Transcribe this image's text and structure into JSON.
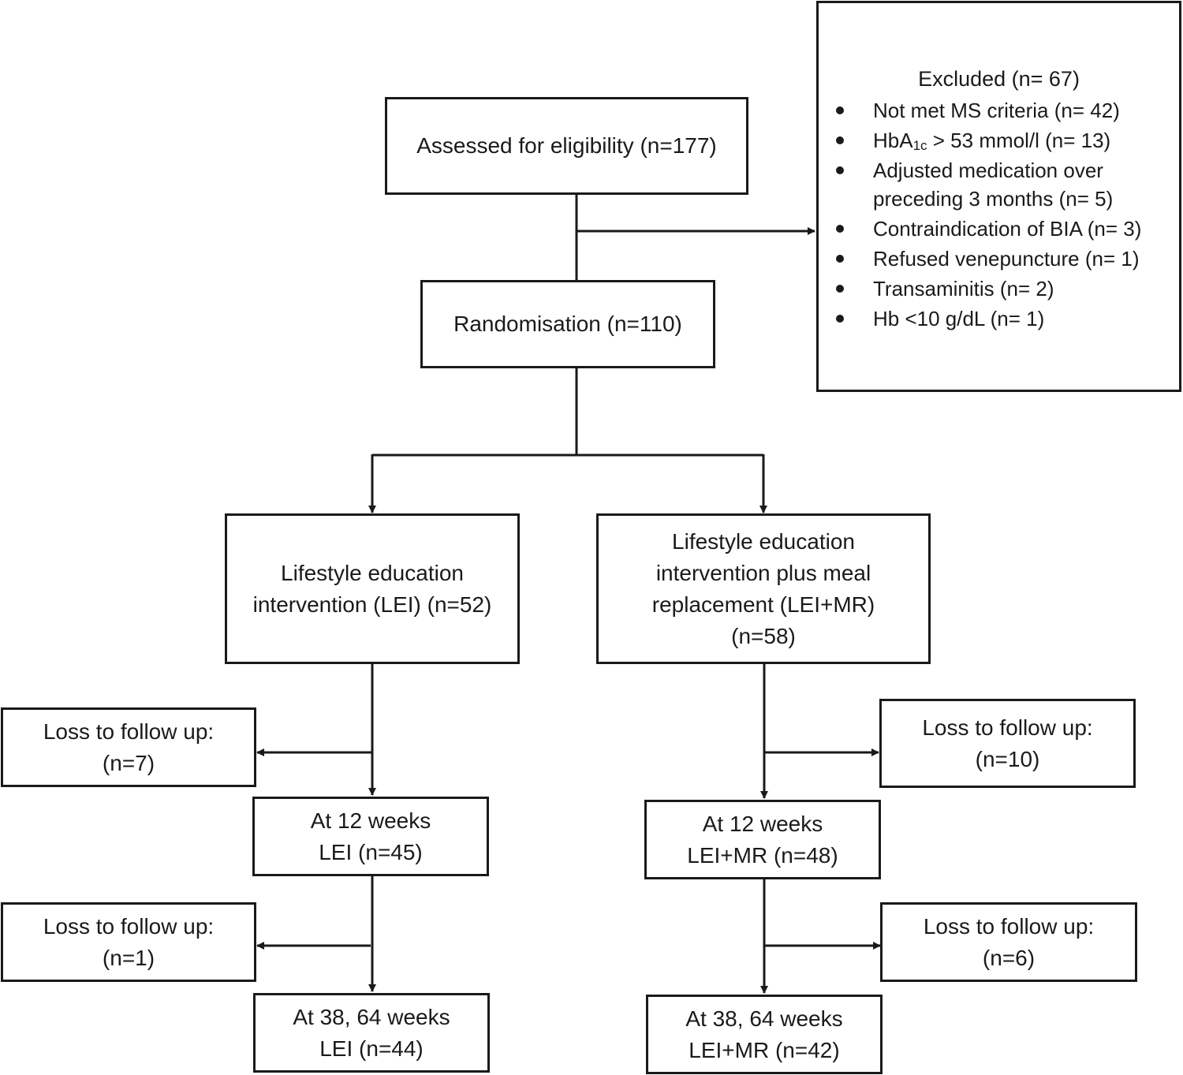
{
  "flowchart": {
    "assessed": "Assessed for eligibility (n=177)",
    "randomisation": "Randomisation (n=110)",
    "excluded": {
      "title": "Excluded (n= 67)",
      "items": [
        {
          "text": "Not met MS criteria (n= 42)"
        },
        {
          "prefix": "HbA",
          "sub": "1c",
          "suffix": " > 53 mmol/l (n= 13)"
        },
        {
          "line1": "Adjusted medication over",
          "line2": "preceding 3 months (n= 5)"
        },
        {
          "text": "Contraindication of BIA (n= 3)"
        },
        {
          "text": "Refused venepuncture (n= 1)"
        },
        {
          "text": "Transaminitis (n= 2)"
        },
        {
          "text": "Hb <10 g/dL (n= 1)"
        }
      ]
    },
    "lei": {
      "lines": [
        "Lifestyle education",
        "intervention (LEI) (n=52)"
      ]
    },
    "leimr": {
      "lines": [
        "Lifestyle education",
        "intervention plus meal",
        "replacement (LEI+MR)",
        "(n=58)"
      ]
    },
    "lei_loss_1": [
      "Loss to follow up:",
      "(n=7)"
    ],
    "lei_12": [
      "At 12 weeks",
      "LEI (n=45)"
    ],
    "lei_loss_2": [
      "Loss to follow up:",
      "(n=1)"
    ],
    "lei_38": [
      "At 38, 64 weeks",
      "LEI (n=44)"
    ],
    "mr_loss_1": [
      "Loss to follow up:",
      "(n=10)"
    ],
    "mr_12": [
      "At 12 weeks",
      "LEI+MR (n=48)"
    ],
    "mr_loss_2": [
      "Loss to follow up:",
      "(n=6)"
    ],
    "mr_38": [
      "At 38, 64 weeks",
      "LEI+MR (n=42)"
    ]
  }
}
